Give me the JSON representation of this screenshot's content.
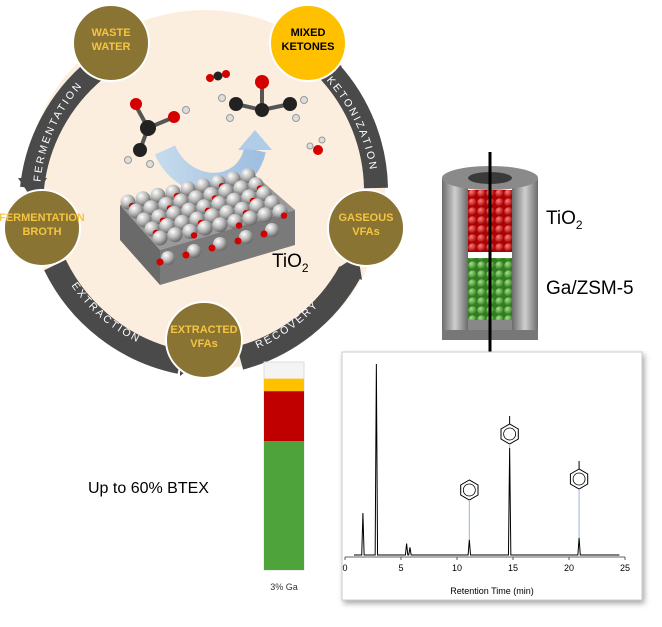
{
  "cycle": {
    "nodes": [
      {
        "id": "waste-water",
        "lines": [
          "WASTE",
          "WATER"
        ],
        "fill": "#8a7433",
        "text_color": "#f4c542"
      },
      {
        "id": "mixed-ketones",
        "lines": [
          "MIXED",
          "KETONES"
        ],
        "fill": "#ffc000",
        "text_color": "#000000"
      },
      {
        "id": "gaseous-vfas",
        "lines": [
          "GASEOUS",
          "VFAs"
        ],
        "fill": "#8a7433",
        "text_color": "#f4c542"
      },
      {
        "id": "extracted-vfas",
        "lines": [
          "EXTRACTED",
          "VFAs"
        ],
        "fill": "#8a7433",
        "text_color": "#f4c542"
      },
      {
        "id": "fermentation-broth",
        "lines": [
          "FERMENTATION",
          "BROTH"
        ],
        "fill": "#8a7433",
        "text_color": "#f4c542"
      }
    ],
    "steps": [
      "FERMENTATION",
      "EXTRACTION",
      "RECOVERY",
      "KETONIZATION"
    ],
    "catalyst_label": "TiO",
    "catalyst_subscript": "2"
  },
  "reactor": {
    "top_bed_label": "TiO",
    "top_bed_subscript": "2",
    "bottom_bed_label": "Ga/ZSM-5",
    "top_bed_color": "#d41f1f",
    "bottom_bed_color": "#4caf32"
  },
  "bar": {
    "label": "3% Ga",
    "segments": [
      {
        "color": "#4ea33a",
        "fraction": 0.62
      },
      {
        "color": "#c00000",
        "fraction": 0.24
      },
      {
        "color": "#ffc000",
        "fraction": 0.06
      }
    ]
  },
  "headline": "Up to 60% BTEX",
  "chart_data": {
    "type": "line",
    "xlabel": "Retention Time (min)",
    "xlim": [
      0,
      25
    ],
    "x_ticks": [
      0,
      5,
      10,
      15,
      20,
      25
    ],
    "peaks": [
      {
        "x": 1.6,
        "h": 0.22
      },
      {
        "x": 2.8,
        "h": 1.0
      },
      {
        "x": 5.5,
        "h": 0.06
      },
      {
        "x": 5.8,
        "h": 0.04
      },
      {
        "x": 11.1,
        "h": 0.08
      },
      {
        "x": 14.7,
        "h": 0.56
      },
      {
        "x": 20.9,
        "h": 0.09
      }
    ]
  }
}
